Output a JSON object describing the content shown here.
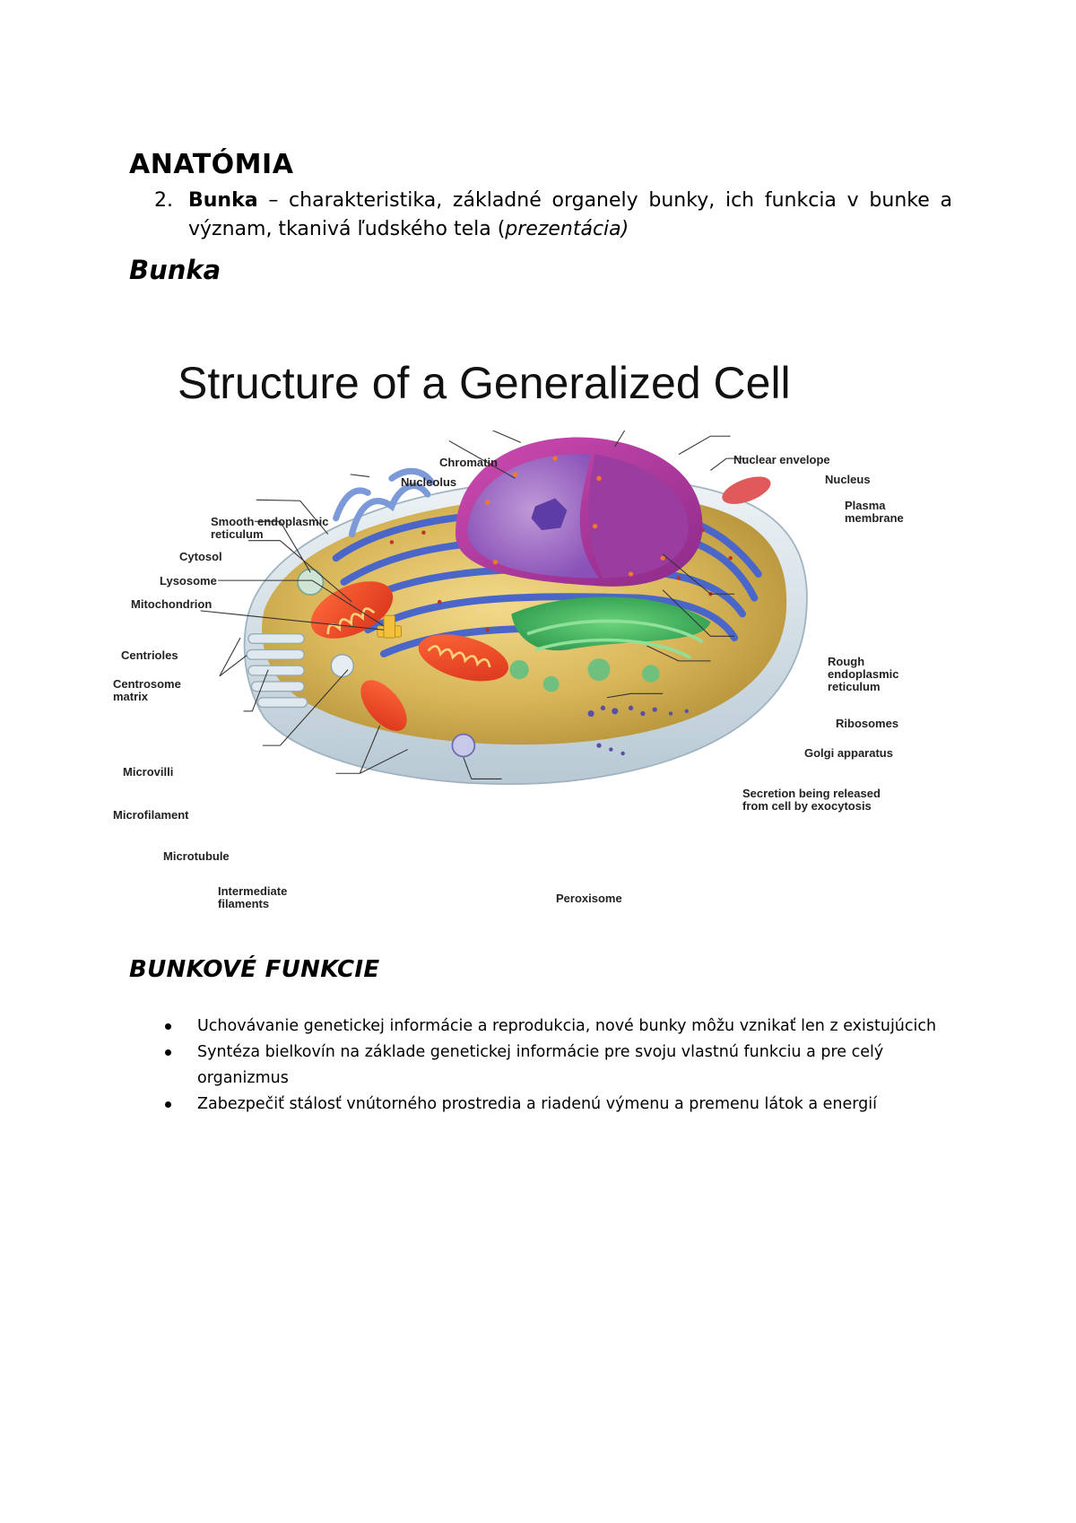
{
  "doc": {
    "heading": "ANATÓMIA",
    "item": {
      "number": "2.",
      "bold": "Bunka",
      "text": " – charakteristika, základné organely bunky, ich funkcia v bunke a význam, tkanivá ľudského tela (",
      "italic": "prezentácia)"
    },
    "subheading": "Bunka",
    "figure": {
      "title": "Structure of a Generalized Cell",
      "labels": {
        "chromatin": "Chromatin",
        "nucleolus": "Nucleolus",
        "smooth_er_1": "Smooth endoplasmic",
        "smooth_er_2": "reticulum",
        "cytosol": "Cytosol",
        "lysosome": "Lysosome",
        "mitochondrion": "Mitochondrion",
        "centrioles": "Centrioles",
        "centrosome_1": "Centrosome",
        "centrosome_2": "matrix",
        "microvilli": "Microvilli",
        "microfilament": "Microfilament",
        "microtubule": "Microtubule",
        "intermediate_1": "Intermediate",
        "intermediate_2": "filaments",
        "nuclear_envelope": "Nuclear envelope",
        "nucleus": "Nucleus",
        "plasma_1": "Plasma",
        "plasma_2": "membrane",
        "rough_er_1": "Rough",
        "rough_er_2": "endoplasmic",
        "rough_er_3": "reticulum",
        "ribosomes": "Ribosomes",
        "golgi": "Golgi apparatus",
        "secretion_1": "Secretion being released",
        "secretion_2": "from cell by exocytosis",
        "peroxisome": "Peroxisome"
      }
    },
    "section_heading": "BUNKOVÉ FUNKCIE",
    "bullets": [
      "Uchovávanie genetickej informácie a reprodukcia, nové bunky môžu vznikať len z existujúcich",
      "Syntéza bielkovín na základe genetickej informácie pre svoju vlastnú funkciu a pre celý organizmus",
      "Zabezpečiť stálosť vnútorného prostredia a riadenú výmenu a premenu látok a energií"
    ]
  }
}
